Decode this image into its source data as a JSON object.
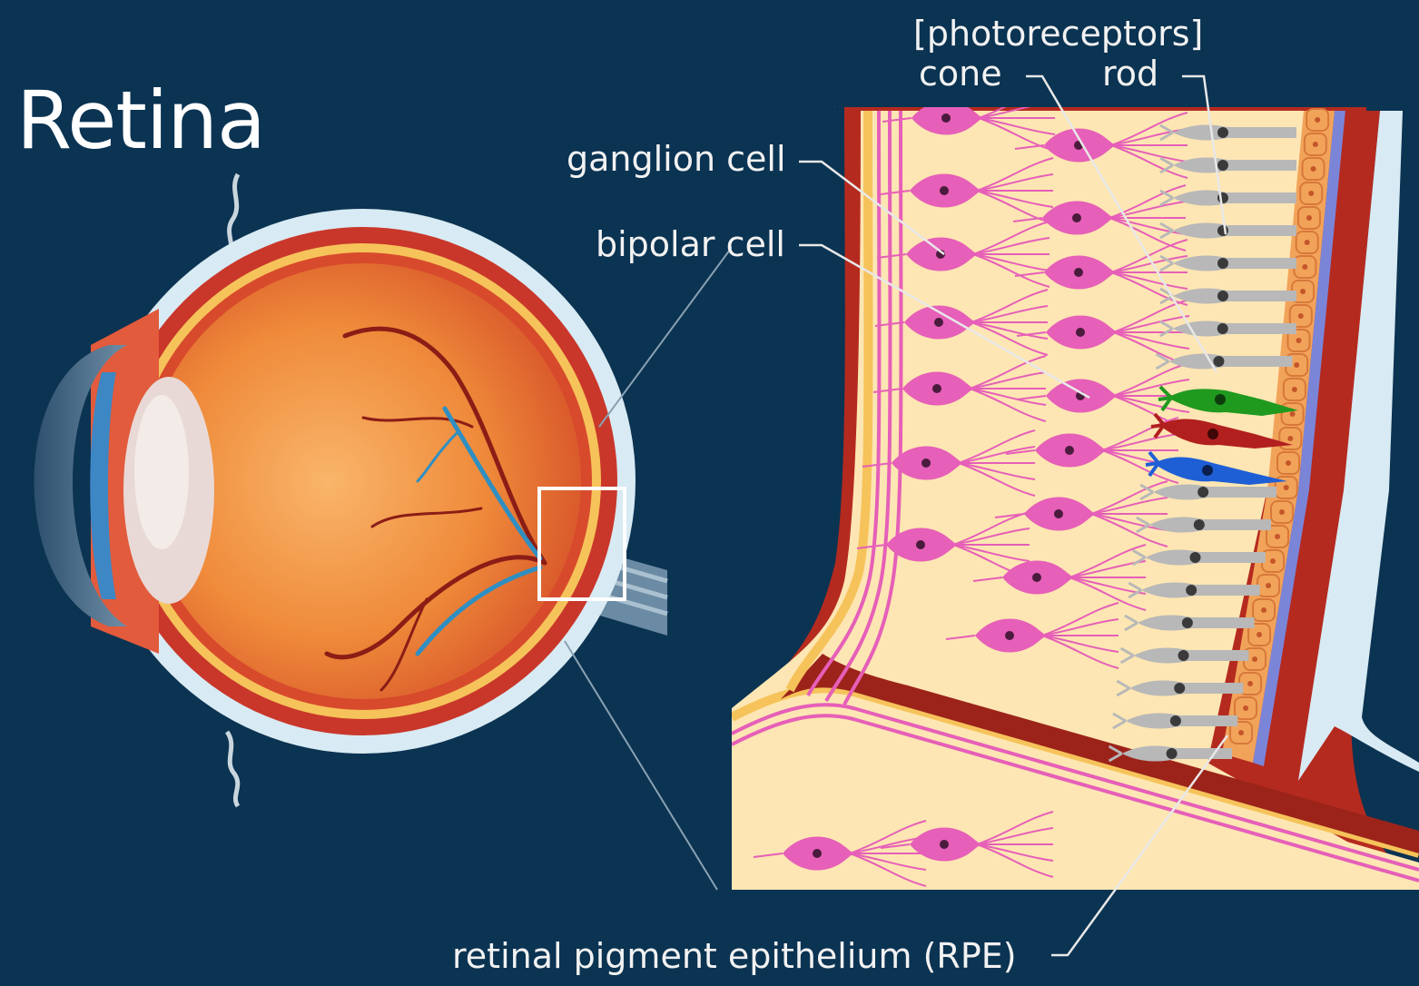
{
  "title": "Retina",
  "labels": {
    "photoreceptors": "[photoreceptors]",
    "cone": "cone",
    "rod": "rod",
    "ganglion_cell": "ganglion cell",
    "bipolar_cell": "bipolar cell",
    "rpe": "retinal pigment epithelium (RPE)"
  },
  "colors": {
    "background": "#0b3352",
    "retina_layer": "#fde6b3",
    "choroid": "#b52a1f",
    "sclera": "#d9ecf5",
    "ganglion_bipolar_cells": "#e65fb8",
    "rods": "#b8b8b8",
    "rpe_cells": "#f2a35a",
    "cone_green": "#1f9a1f",
    "cone_red": "#b21f1f",
    "cone_blue": "#1f5fd6",
    "label_text": "#f2f2f2"
  }
}
